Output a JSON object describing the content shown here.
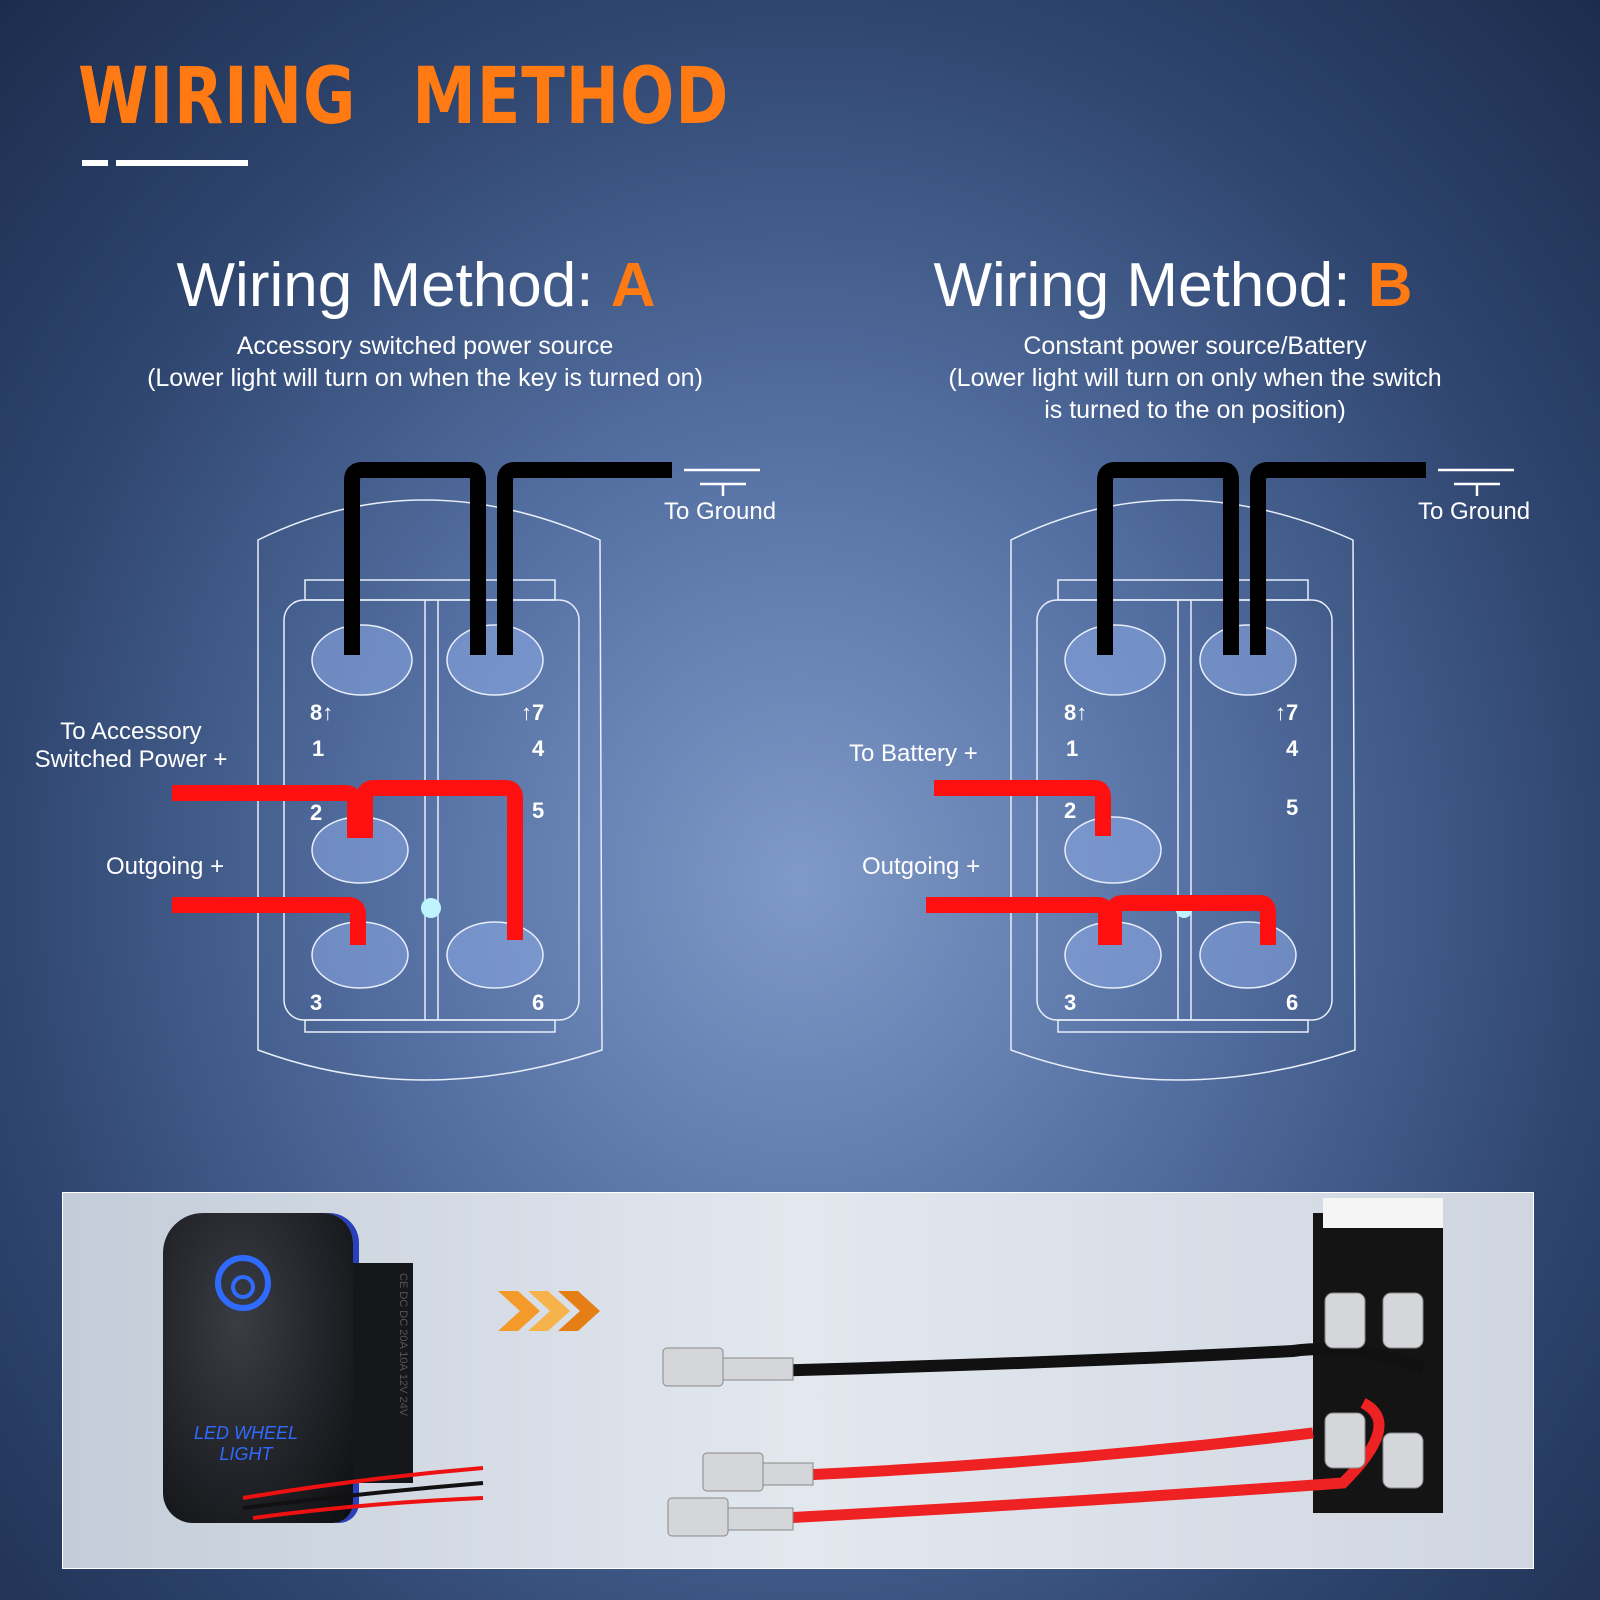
{
  "title": {
    "word1": "WIRING",
    "word2": "METHOD"
  },
  "method_a": {
    "heading": "Wiring Method: ",
    "letter": "A",
    "line1": "Accessory switched power source",
    "line2": "(Lower light will turn on when the key is turned on)",
    "ground": "To Ground",
    "input_label_1": "To Accessory",
    "input_label_2": "Switched Power +",
    "output_label": "Outgoing +"
  },
  "method_b": {
    "heading": "Wiring Method: ",
    "letter": "B",
    "line1": "Constant power source/Battery",
    "line2": "(Lower light will turn on only when the switch",
    "line3": "is turned to the on position)",
    "ground": "To Ground",
    "input_label": "To Battery +",
    "output_label": "Outgoing +"
  },
  "pins": {
    "p8": "8↑",
    "p7": "↑7",
    "p1": "1",
    "p4": "4",
    "p2": "2",
    "p5": "5",
    "p3": "3",
    "p6": "6"
  },
  "product": {
    "label_line1": "LED WHEEL",
    "label_line2": "LIGHT",
    "mark_ce": "CE",
    "rating_dc": "DC DC",
    "rating_a": "20A 10A",
    "rating_v": "12V 24V"
  },
  "colors": {
    "accent": "#ff7a12",
    "wire_red": "#ff1010",
    "wire_black": "#000000",
    "led_blue": "#2f6bff"
  }
}
